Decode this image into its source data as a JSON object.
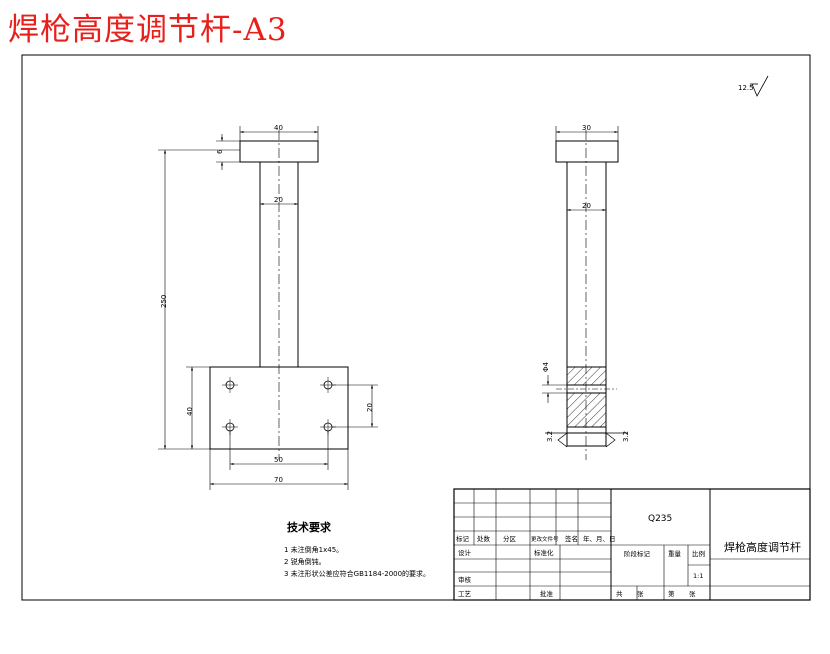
{
  "title": "焊枪高度调节杆-A3",
  "colors": {
    "title": "#e8201c",
    "line": "#000000",
    "background": "#ffffff"
  },
  "roughness": {
    "value": "12.5",
    "symbol": "✓"
  },
  "dimensions": {
    "front_top_width": "40",
    "front_top_thickness": "6",
    "front_rod_width": "20",
    "front_total_height": "250",
    "front_base_height": "40",
    "front_base_hole_vspacing": "20",
    "front_base_hole_hspacing": "50",
    "front_base_width": "70",
    "side_top_width": "30",
    "side_rod_width": "20",
    "side_hole_dia": "Φ4",
    "side_roughness_left": "3.2",
    "side_roughness_right": "3.2"
  },
  "tech_requirements": {
    "heading": "技术要求",
    "items": [
      "1  未注倒角1x45。",
      "2  锐角倒钝。",
      "3  未注形状公差应符合GB1184-2000的要求。"
    ]
  },
  "title_block": {
    "material": "Q235",
    "part_name": "焊枪高度调节杆",
    "header_row": [
      "标记",
      "处数",
      "分区",
      "更改文件号",
      "签名",
      "年、月、日"
    ],
    "design_label": "设计",
    "standardization_label": "标准化",
    "review_label": "审核",
    "process_label": "工艺",
    "approve_label": "批准",
    "stage_mark_label": "阶段标记",
    "weight_label": "重量",
    "scale_label": "比例",
    "scale_value": "1:1",
    "total_sheets_label": "共　张",
    "sheet_label": "第　张"
  }
}
